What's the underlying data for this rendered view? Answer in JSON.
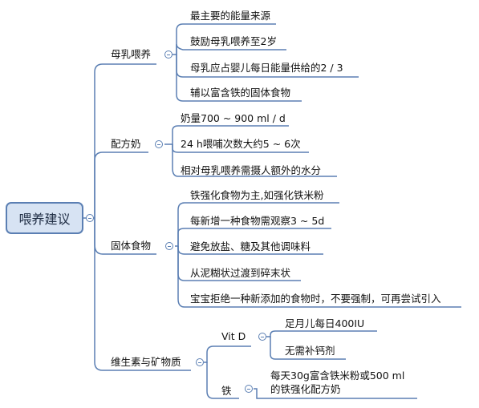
{
  "root": {
    "label": "喂养建议"
  },
  "branches": [
    {
      "label": "母乳喂养",
      "children": [
        "最主要的能量来源",
        "鼓励母乳喂养至2岁",
        "母乳应占婴儿每日能量供给的2 / 3",
        "辅以富含铁的固体食物"
      ]
    },
    {
      "label": "配方奶",
      "children": [
        "奶量700 ~ 900 ml / d",
        "24 h喂哺次数大约5 ~ 6次",
        "相对母乳喂养需摄人额外的水分"
      ]
    },
    {
      "label": "固体食物",
      "children": [
        "铁强化食物为主,如强化铁米粉",
        "每新增一种食物需观察3 ~ 5d",
        "避免放盐、糖及其他调味料",
        "从泥糊状过渡到碎末状",
        "宝宝拒绝一种新添加的食物时，不要强制，可再尝试引入"
      ]
    },
    {
      "label": "维生素与矿物质",
      "groups": [
        {
          "label": "Vit D",
          "children": [
            "足月儿每日400IU",
            "无需补钙剂"
          ]
        },
        {
          "label": "铁",
          "children": [
            "每天30g富含铁米粉或500 ml",
            "的铁强化配方奶"
          ]
        }
      ]
    }
  ]
}
